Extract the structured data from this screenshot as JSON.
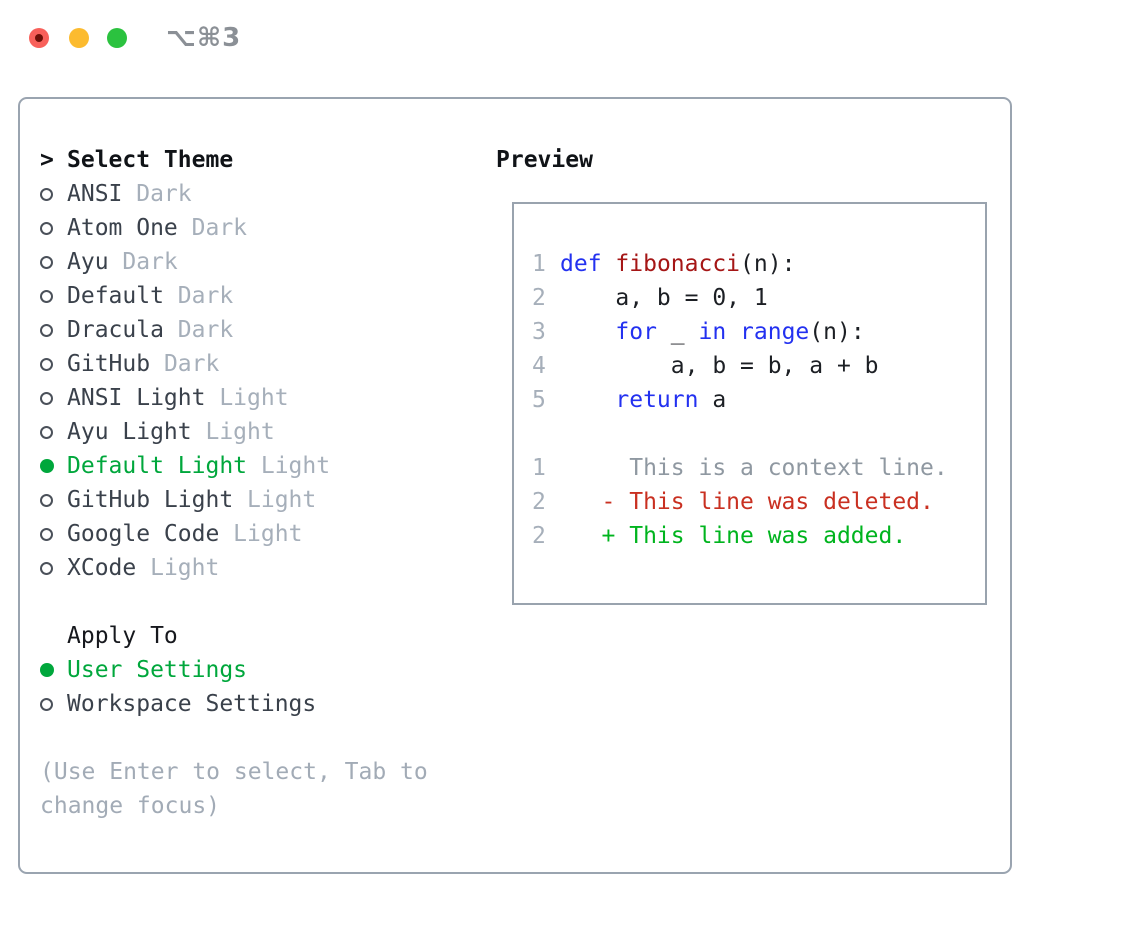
{
  "window": {
    "title": "⌥⌘3",
    "traffic_lights": [
      "close",
      "minimize",
      "zoom"
    ]
  },
  "colors": {
    "accent_green": "#00a73c",
    "keyword_blue": "#2331f0",
    "function_red": "#a51616",
    "diff_deleted_red": "#c93021",
    "diff_added_green": "#00b41e",
    "muted_gray": "#a6afba",
    "border_gray": "#9aa4b0"
  },
  "theme_select": {
    "prompt": ">",
    "title": "Select Theme",
    "items": [
      {
        "name": "ANSI",
        "variant": "Dark",
        "selected": false
      },
      {
        "name": "Atom One",
        "variant": "Dark",
        "selected": false
      },
      {
        "name": "Ayu",
        "variant": "Dark",
        "selected": false
      },
      {
        "name": "Default",
        "variant": "Dark",
        "selected": false
      },
      {
        "name": "Dracula",
        "variant": "Dark",
        "selected": false
      },
      {
        "name": "GitHub",
        "variant": "Dark",
        "selected": false
      },
      {
        "name": "ANSI Light",
        "variant": "Light",
        "selected": false
      },
      {
        "name": "Ayu Light",
        "variant": "Light",
        "selected": false
      },
      {
        "name": "Default Light",
        "variant": "Light",
        "selected": true
      },
      {
        "name": "GitHub Light",
        "variant": "Light",
        "selected": false
      },
      {
        "name": "Google Code",
        "variant": "Light",
        "selected": false
      },
      {
        "name": "XCode",
        "variant": "Light",
        "selected": false
      }
    ]
  },
  "apply_to": {
    "title": "Apply To",
    "options": [
      {
        "label": "User Settings",
        "selected": true
      },
      {
        "label": "Workspace Settings",
        "selected": false
      }
    ]
  },
  "hint": {
    "line1": "(Use Enter to select, Tab to",
    "line2": "change focus)"
  },
  "preview": {
    "title": "Preview",
    "lines": [
      {
        "num": "1",
        "segments": [
          [
            "def",
            "kw"
          ],
          [
            " ",
            "plain"
          ],
          [
            "fibonacci",
            "fn"
          ],
          [
            "(n):",
            "plain"
          ]
        ]
      },
      {
        "num": "2",
        "segments": [
          [
            "    a, b = 0, 1",
            "plain"
          ]
        ]
      },
      {
        "num": "3",
        "segments": [
          [
            "    ",
            "plain"
          ],
          [
            "for",
            "kw"
          ],
          [
            " _ ",
            "plain"
          ],
          [
            "in",
            "kw"
          ],
          [
            " ",
            "plain"
          ],
          [
            "range",
            "kw"
          ],
          [
            "(n):",
            "plain"
          ]
        ]
      },
      {
        "num": "4",
        "segments": [
          [
            "        a, b = b, a + b",
            "plain"
          ]
        ]
      },
      {
        "num": "5",
        "segments": [
          [
            "    ",
            "plain"
          ],
          [
            "return",
            "kw"
          ],
          [
            " a",
            "plain"
          ]
        ]
      },
      {
        "num": "",
        "segments": []
      },
      {
        "num": "1",
        "segments": [
          [
            "     This is a context line.",
            "context"
          ]
        ]
      },
      {
        "num": "2",
        "segments": [
          [
            "   - This line was deleted.",
            "deleted"
          ]
        ]
      },
      {
        "num": "2",
        "segments": [
          [
            "   + This line was added.",
            "added"
          ]
        ]
      }
    ]
  }
}
